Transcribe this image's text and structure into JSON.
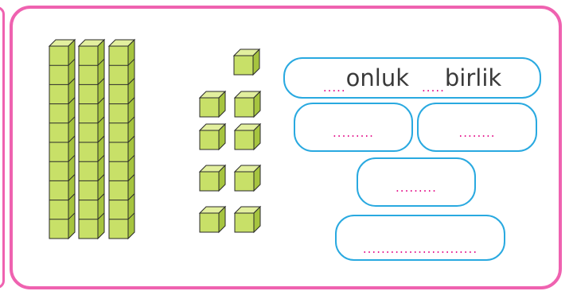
{
  "colors": {
    "frame": "#ef62b0",
    "box_border": "#29a9e0",
    "dots": "#e4108a",
    "cube_front": "#c8e068",
    "cube_top": "#e2ef9e",
    "cube_side": "#a6c43f",
    "cube_edge": "#2a2a2a"
  },
  "blocks": {
    "tens_rods": 3,
    "units": 9
  },
  "worksheet": {
    "line1": {
      "tens_dots": ".....",
      "tens_word": "onluk",
      "ones_dots": ".....",
      "ones_word": "birlik"
    },
    "left_blank": ".........",
    "right_blank": "........",
    "middle_blank": ".........",
    "bottom_blank": "........................."
  }
}
